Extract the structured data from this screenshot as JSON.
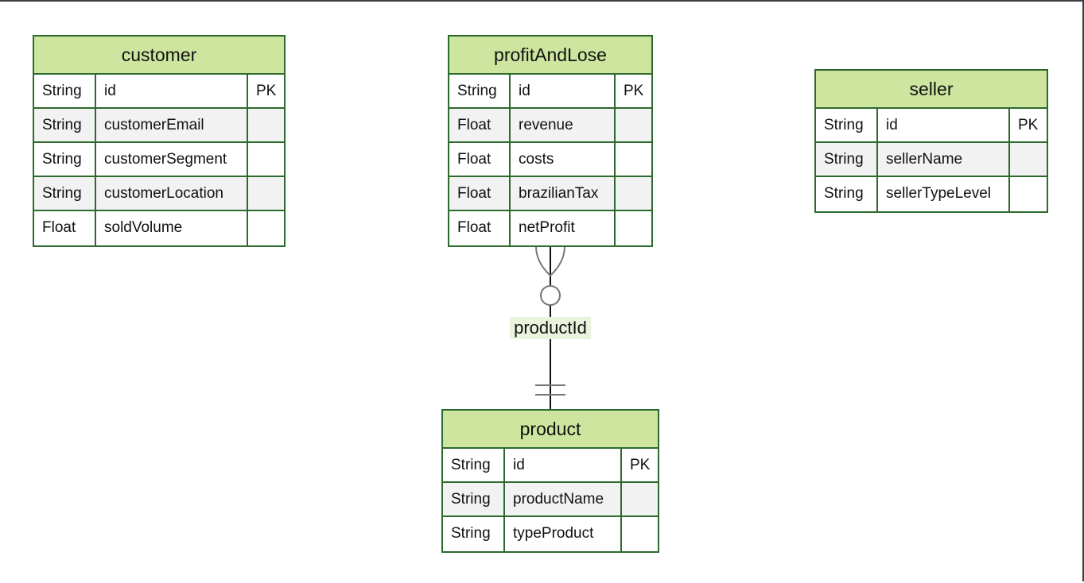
{
  "entities": {
    "customer": {
      "name": "customer",
      "rows": [
        [
          "String",
          "id",
          "PK"
        ],
        [
          "String",
          "customerEmail",
          ""
        ],
        [
          "String",
          "customerSegment",
          ""
        ],
        [
          "String",
          "customerLocation",
          ""
        ],
        [
          "Float",
          "soldVolume",
          ""
        ]
      ]
    },
    "profitAndLose": {
      "name": "profitAndLose",
      "rows": [
        [
          "String",
          "id",
          "PK"
        ],
        [
          "Float",
          "revenue",
          ""
        ],
        [
          "Float",
          "costs",
          ""
        ],
        [
          "Float",
          "brazilianTax",
          ""
        ],
        [
          "Float",
          "netProfit",
          ""
        ]
      ]
    },
    "seller": {
      "name": "seller",
      "rows": [
        [
          "String",
          "id",
          "PK"
        ],
        [
          "String",
          "sellerName",
          ""
        ],
        [
          "String",
          "sellerTypeLevel",
          ""
        ]
      ]
    },
    "product": {
      "name": "product",
      "rows": [
        [
          "String",
          "id",
          "PK"
        ],
        [
          "String",
          "productName",
          ""
        ],
        [
          "String",
          "typeProduct",
          ""
        ]
      ]
    }
  },
  "relationship": {
    "label": "productId",
    "from": "profitAndLose",
    "to": "product",
    "from_cardinality": "zero-or-many",
    "to_cardinality": "exactly-one"
  },
  "colors": {
    "border": "#2d6a2d",
    "header": "#cde59e",
    "alt_row": "#f2f2f2",
    "label_bg": "#eaf3dc"
  }
}
